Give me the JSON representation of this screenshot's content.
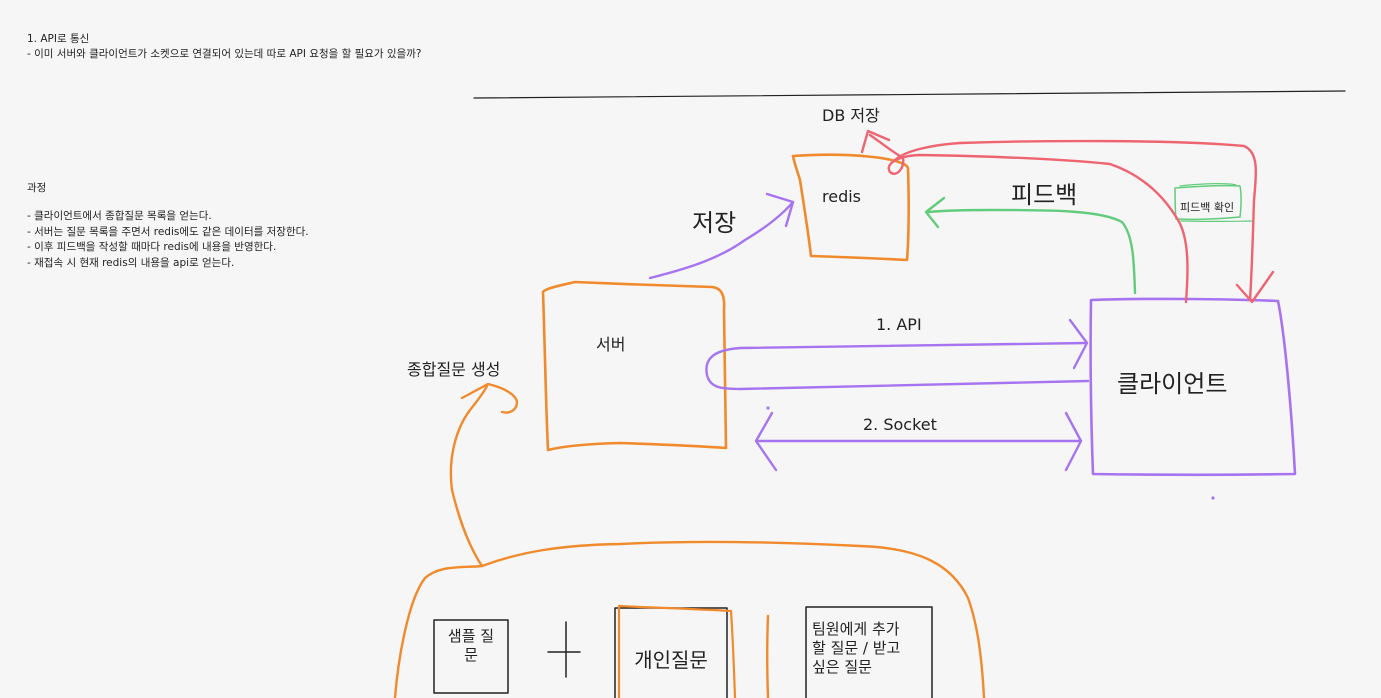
{
  "notes": {
    "api_title": "1. API로 통신",
    "api_question": "- 이미 서버와 클라이언트가 소켓으로 연결되어 있는데 따로 API 요청을 할 필요가 있을까?",
    "process_title": "과정",
    "process_steps": [
      "- 클라이언트에서 종합질문 목록을 얻는다.",
      "- 서버는 질문 목록을 주면서 redis에도 같은 데이터를 저장한다.",
      "- 이후 피드백을 작성할 때마다 redis에 내용을 반영한다.",
      "- 재접속 시 현재 redis의 내용을 api로 얻는다."
    ]
  },
  "diagram": {
    "db_save": "DB 저장",
    "redis": "redis",
    "save": "저장",
    "feedback": "피드백",
    "feedback_check": "피드백 확인",
    "server": "서버",
    "client": "클라이언트",
    "api_arrow": "1. API",
    "socket_arrow": "2. Socket",
    "combined_question": "종합질문 생성",
    "sample_question": "샘플 질\n문",
    "personal_question": "개인질문",
    "team_question": "팀원에게 추가\n할 질문 / 받고\n싶은 질문"
  },
  "colors": {
    "orange": "#f08a2c",
    "purple": "#a674f0",
    "red": "#ee6470",
    "green": "#62cc7c",
    "dark": "#222222"
  }
}
